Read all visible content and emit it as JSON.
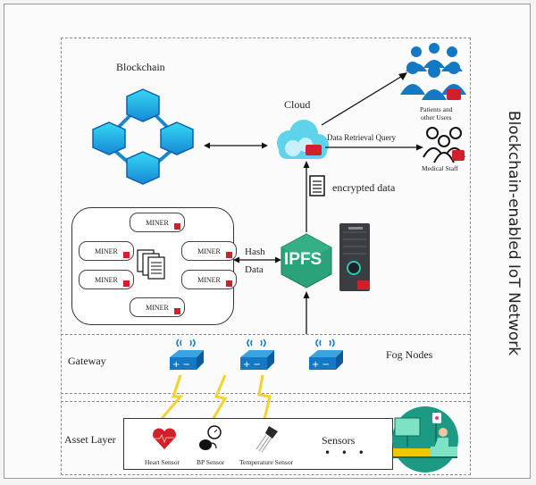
{
  "diagram": {
    "title": "Blockchain-enabled IoT Network",
    "layers": {
      "gateway": "Gateway",
      "asset": "Asset Layer"
    },
    "nodes": {
      "blockchain": "Blockchain",
      "cloud": "Cloud",
      "ipfs": "IPFS",
      "patients": "Patients and other Users",
      "patients_line1": "Patients and",
      "patients_line2": "other Users",
      "medical_staff": "Medical Staff",
      "fog_nodes": "Fog Nodes",
      "sensors": "Sensors",
      "sensors_more": "• • •"
    },
    "edges": {
      "data_retrieval_query": "Data Retrieval Query",
      "encrypted_data": "encrypted data",
      "hash": "Hash",
      "data": "Data"
    },
    "miners": [
      "MINER",
      "MINER",
      "MINER",
      "MINER",
      "MINER",
      "MINER"
    ],
    "sensor_items": [
      "Heart Sensor",
      "BP Sensor",
      "Temperature Sensor"
    ],
    "colors": {
      "block_cyan": "#1fc4e8",
      "block_blue": "#1a6fc4",
      "users_blue": "#1479c4",
      "ipfs_green": "#2aa27a",
      "lock_red": "#d0202a",
      "lightning_yellow": "#f2d230",
      "patient_teal": "#1d9a84"
    }
  }
}
